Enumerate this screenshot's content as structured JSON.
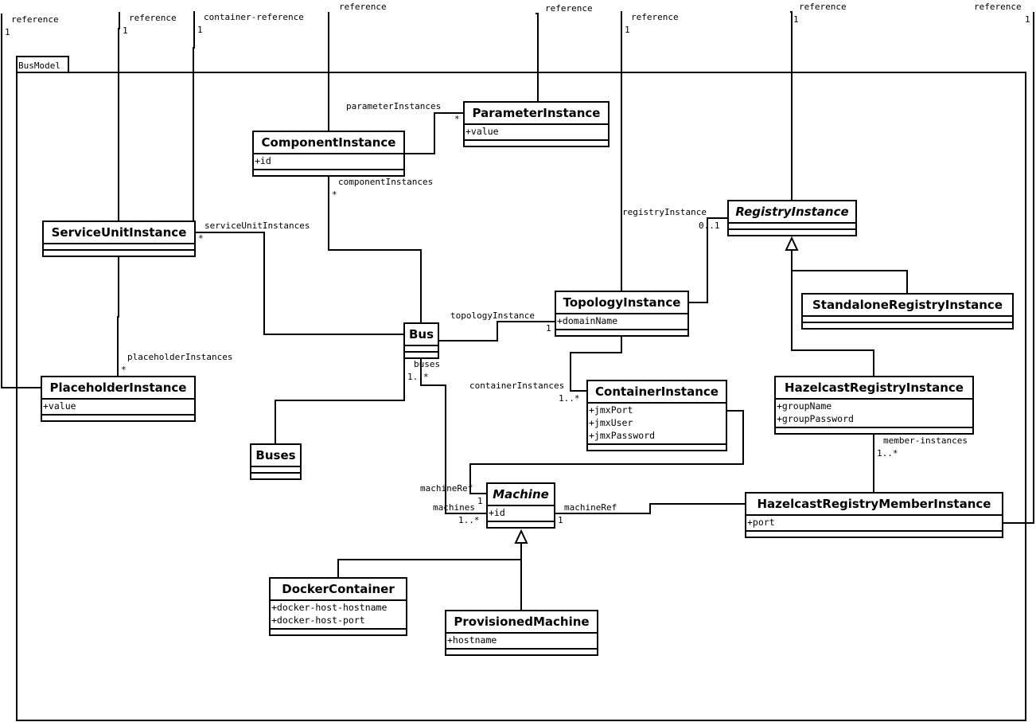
{
  "package": {
    "name": "BusModel"
  },
  "classes": {
    "parameter": {
      "name": "ParameterInstance",
      "abstract": false,
      "attributes": [
        "+value"
      ]
    },
    "component": {
      "name": "ComponentInstance",
      "abstract": false,
      "attributes": [
        "+id"
      ]
    },
    "serviceUnit": {
      "name": "ServiceUnitInstance",
      "abstract": false,
      "attributes": []
    },
    "registry": {
      "name": "RegistryInstance",
      "abstract": true,
      "attributes": []
    },
    "standalone": {
      "name": "StandaloneRegistryInstance",
      "abstract": false,
      "attributes": []
    },
    "topology": {
      "name": "TopologyInstance",
      "abstract": false,
      "attributes": [
        "+domainName"
      ]
    },
    "bus": {
      "name": "Bus",
      "abstract": false,
      "attributes": []
    },
    "placeholder": {
      "name": "PlaceholderInstance",
      "abstract": false,
      "attributes": [
        "+value"
      ]
    },
    "container": {
      "name": "ContainerInstance",
      "abstract": false,
      "attributes": [
        "+jmxPort",
        "+jmxUser",
        "+jmxPassword"
      ]
    },
    "hazelcast": {
      "name": "HazelcastRegistryInstance",
      "abstract": false,
      "attributes": [
        "+groupName",
        "+groupPassword"
      ]
    },
    "buses": {
      "name": "Buses",
      "abstract": false,
      "attributes": []
    },
    "machine": {
      "name": "Machine",
      "abstract": true,
      "attributes": [
        "+id"
      ]
    },
    "member": {
      "name": "HazelcastRegistryMemberInstance",
      "abstract": false,
      "attributes": [
        "+port"
      ]
    },
    "docker": {
      "name": "DockerContainer",
      "abstract": false,
      "attributes": [
        "+docker-host-hostname",
        "+docker-host-port"
      ]
    },
    "provisioned": {
      "name": "ProvisionedMachine",
      "abstract": false,
      "attributes": [
        "+hostname"
      ]
    }
  },
  "labels": {
    "ref1": "reference",
    "ref1_mult": "1",
    "ref2": "reference",
    "ref2_mult": "1",
    "ref3": "container-reference",
    "ref3_mult": "1",
    "ref4": "reference",
    "ref5": "reference",
    "ref6": "reference",
    "ref6_mult": "1",
    "ref7": "reference",
    "ref7_mult": "1",
    "ref8": "reference",
    "ref8_mult": "1",
    "parameterInstances": "parameterInstances",
    "parameterInstances_mult": "*",
    "componentInstances": "componentInstances",
    "componentInstances_mult": "*",
    "serviceUnitInstances": "serviceUnitInstances",
    "serviceUnitInstances_mult": "*",
    "placeholderInstances": "placeholderInstances",
    "placeholderInstances_mult": "*",
    "topologyInstance": "topologyInstance",
    "topologyInstance_mult": "1",
    "registryInstance": "registryInstance",
    "registryInstance_mult": "0..1",
    "containerInstances": "containerInstances",
    "containerInstances_mult": "1..*",
    "buses": "buses",
    "buses_mult": "1..*",
    "machines": "machines",
    "machines_mult": "1..*",
    "machineRef1": "machineRef",
    "machineRef1_mult": "1",
    "machineRef2": "machineRef",
    "machineRef2_mult": "1",
    "memberInstances": "member-instances",
    "memberInstances_mult": "1..*"
  }
}
